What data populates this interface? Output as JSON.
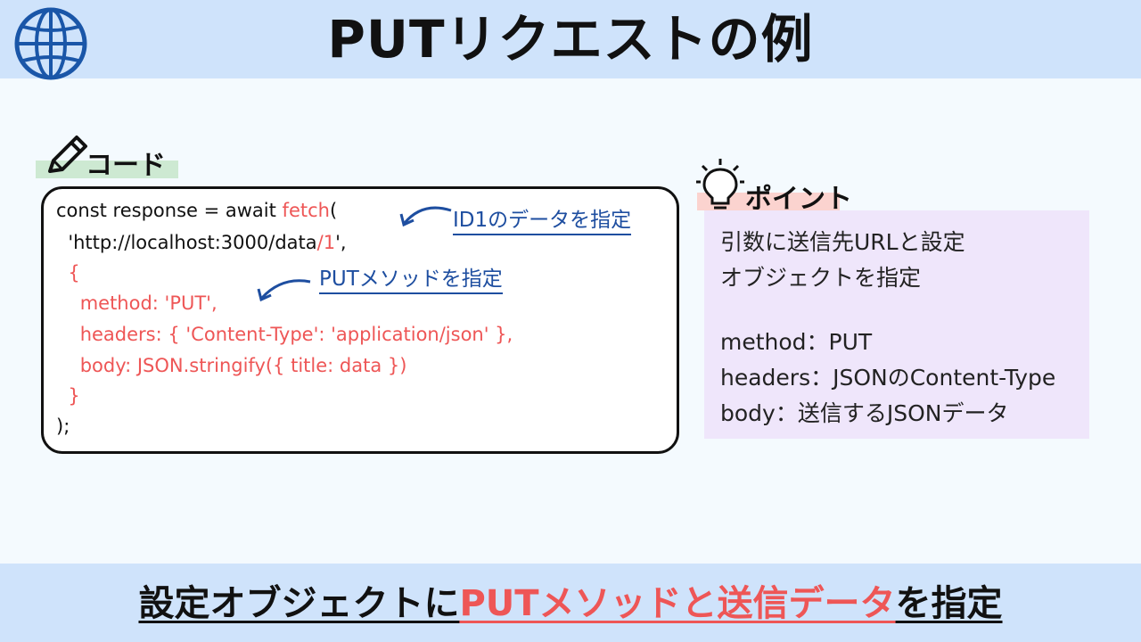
{
  "header": {
    "title": "PUTリクエストの例"
  },
  "code_section": {
    "label": "コード",
    "lines": [
      {
        "a": "const response = await ",
        "b": "fetch",
        "c": "("
      },
      {
        "a": "  'http://localhost:3000/data",
        "b": "/1",
        "c": "',"
      },
      {
        "text": "  {"
      },
      {
        "text": "    method: 'PUT',"
      },
      {
        "text": "    headers: { 'Content-Type': 'application/json' },"
      },
      {
        "text": "    body: JSON.stringify({ title: data })"
      },
      {
        "text": "  }"
      },
      {
        "text": ");"
      }
    ],
    "annotation_id": "ID1のデータを指定",
    "annotation_method": "PUTメソッドを指定"
  },
  "point_section": {
    "label": "ポイント",
    "items": [
      "引数に送信先URLと設定",
      "オブジェクトを指定",
      "method：PUT",
      "headers：JSONのContent-Type",
      "body：送信するJSONデータ"
    ]
  },
  "footer": {
    "part1": "設定オブジェクトに",
    "part2": "PUTメソッドと送信データ",
    "part3": "を指定"
  },
  "colors": {
    "accent_red": "#ee5656",
    "annotation_blue": "#1e4ea0",
    "header_bg": "#cfe3fb"
  }
}
